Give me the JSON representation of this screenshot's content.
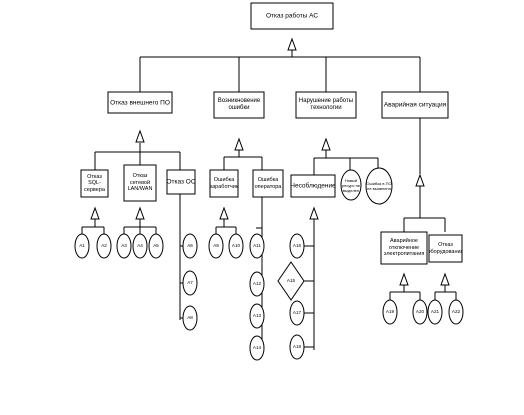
{
  "nodes": {
    "root": "Отказ работы АС",
    "l1_a": "Отказ внешнего ПО",
    "l1_b": "Возникновение ошибки",
    "l1_c": "Нарушение работы технологии",
    "l1_d": "Аварийная ситуация",
    "n_sql": "Отказ SQL-сервера",
    "n_lan": "Отказ сетевой LAN/WAN",
    "n_os": "Отказ ОС",
    "n_dev": "Ошибка разработчика",
    "n_oper": "Ошибка оператора",
    "n_norm": "Несоблюдение",
    "n_circ1": "Новый ресурс не выделен",
    "n_circ2": "Ошибка в ПО не выявлена",
    "n_power": "Аварийное отключение электропитания",
    "n_equip": "Отказ оборудования",
    "diamond": "A15"
  },
  "events": {
    "sql": [
      "A1",
      "A2"
    ],
    "lan": [
      "A3",
      "A4",
      "A5"
    ],
    "os": [
      "A6",
      "A7",
      "A8"
    ],
    "dev": [
      "A9",
      "A10"
    ],
    "oper": [
      "A11",
      "A12",
      "A13",
      "A14"
    ],
    "norm": [
      "A16",
      "A17",
      "A18"
    ],
    "power": [
      "A19",
      "A20"
    ],
    "equip": [
      "A21",
      "A22"
    ]
  }
}
